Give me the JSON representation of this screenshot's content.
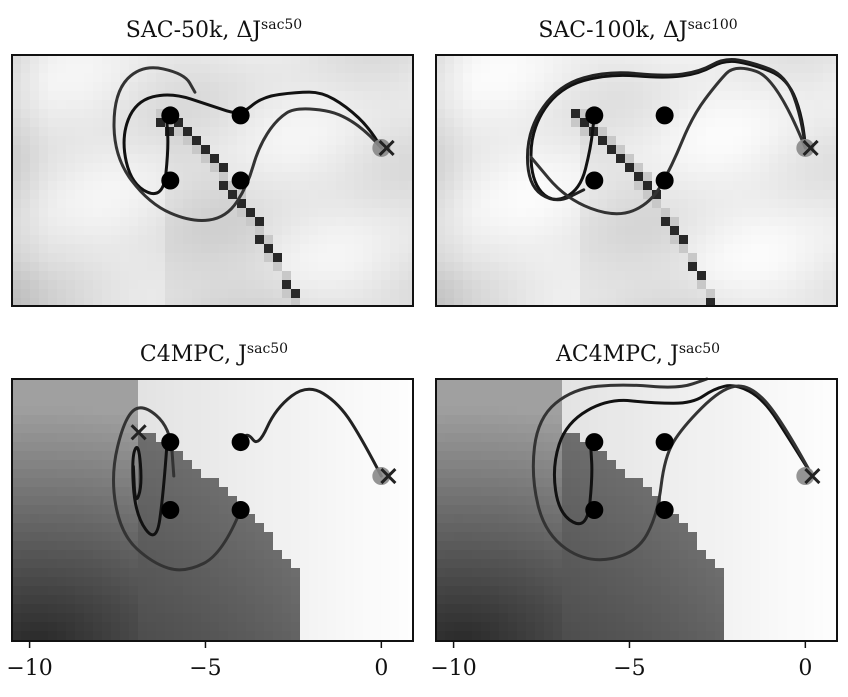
{
  "figure": {
    "xticks": [
      -10,
      -5,
      0
    ],
    "xtick_labels": [
      "−10",
      "−5",
      "0"
    ]
  },
  "chart_data": [
    {
      "type": "heatmap",
      "title": "SAC-50k, ΔJ",
      "title_sup": "sac50",
      "xlim": [
        -10.5,
        0.9
      ],
      "ylim": [
        -1.7,
        1.0
      ],
      "background": "difference-map",
      "obstacles": [
        [
          -6,
          0.35
        ],
        [
          -6,
          -0.35
        ],
        [
          -4,
          0.35
        ],
        [
          -4,
          -0.35
        ]
      ],
      "goal": [
        0,
        0
      ],
      "trajectories": [
        {
          "color": "#111111",
          "points": [
            [
              0,
              0
            ],
            [
              -0.3,
              0.2
            ],
            [
              -1,
              0.45
            ],
            [
              -1.7,
              0.6
            ],
            [
              -2.4,
              0.6
            ],
            [
              -3.4,
              0.55
            ],
            [
              -4,
              0.35
            ],
            [
              -4.8,
              0.45
            ],
            [
              -6,
              0.6
            ],
            [
              -7,
              0.5
            ],
            [
              -7.4,
              0.1
            ],
            [
              -7.1,
              -0.4
            ],
            [
              -6.2,
              -0.55
            ],
            [
              -6.05,
              0
            ],
            [
              -6.1,
              0.3
            ]
          ]
        },
        {
          "color": "#333333",
          "points": [
            [
              0,
              0
            ],
            [
              -0.8,
              0.35
            ],
            [
              -2.4,
              0.45
            ],
            [
              -3,
              0.3
            ],
            [
              -3.5,
              0
            ],
            [
              -3.8,
              -0.4
            ],
            [
              -4.4,
              -0.75
            ],
            [
              -5.4,
              -0.8
            ],
            [
              -6.6,
              -0.6
            ],
            [
              -7.6,
              -0.1
            ],
            [
              -7.6,
              0.6
            ],
            [
              -6.8,
              0.9
            ],
            [
              -5.6,
              0.8
            ],
            [
              -5.3,
              0.6
            ]
          ]
        }
      ]
    },
    {
      "type": "heatmap",
      "title": "SAC-100k, ΔJ",
      "title_sup": "sac100",
      "xlim": [
        -10.5,
        0.9
      ],
      "ylim": [
        -1.7,
        1.0
      ],
      "background": "difference-map",
      "obstacles": [
        [
          -6,
          0.35
        ],
        [
          -6,
          -0.35
        ],
        [
          -4,
          0.35
        ],
        [
          -4,
          -0.35
        ]
      ],
      "goal": [
        0,
        0
      ],
      "trajectories": [
        {
          "color": "#111111",
          "points": [
            [
              0,
              0
            ],
            [
              -0.05,
              0.3
            ],
            [
              -0.5,
              0.75
            ],
            [
              -1.5,
              0.9
            ],
            [
              -2.3,
              0.95
            ],
            [
              -3,
              0.8
            ],
            [
              -4,
              0.75
            ],
            [
              -5.6,
              0.8
            ],
            [
              -7,
              0.65
            ],
            [
              -7.8,
              0.2
            ],
            [
              -7.8,
              -0.35
            ],
            [
              -7.2,
              -0.6
            ],
            [
              -6.4,
              -0.45
            ],
            [
              -6.1,
              0
            ],
            [
              -6,
              0.35
            ]
          ]
        },
        {
          "color": "#222222",
          "points": [
            [
              0,
              0
            ],
            [
              -0.1,
              0.32
            ],
            [
              -0.55,
              0.78
            ],
            [
              -1.5,
              0.92
            ],
            [
              -2.3,
              0.97
            ],
            [
              -3,
              0.82
            ],
            [
              -4,
              0.77
            ],
            [
              -5.6,
              0.83
            ],
            [
              -7,
              0.68
            ],
            [
              -7.9,
              0.2
            ],
            [
              -7.9,
              -0.4
            ],
            [
              -7.1,
              -0.6
            ],
            [
              -6.3,
              -0.45
            ]
          ]
        },
        {
          "color": "#333333",
          "points": [
            [
              0,
              0
            ],
            [
              -0.8,
              0.75
            ],
            [
              -2,
              0.9
            ],
            [
              -2.5,
              0.7
            ],
            [
              -3.2,
              0.35
            ],
            [
              -3.8,
              -0.2
            ],
            [
              -4.4,
              -0.6
            ],
            [
              -5.4,
              -0.75
            ],
            [
              -6.8,
              -0.55
            ],
            [
              -7.8,
              -0.1
            ]
          ]
        }
      ]
    },
    {
      "type": "heatmap",
      "title": "C4MPC, J",
      "title_sup": "sac50",
      "xlim": [
        -10.5,
        0.9
      ],
      "ylim": [
        -1.7,
        1.0
      ],
      "background": "value-map",
      "obstacles": [
        [
          -6,
          0.35
        ],
        [
          -6,
          -0.35
        ],
        [
          -4,
          0.35
        ],
        [
          -4,
          -0.35
        ]
      ],
      "goal": [
        0,
        0
      ],
      "trajectories": [
        {
          "color": "#222222",
          "points": [
            [
              0,
              0
            ],
            [
              -0.5,
              0.35
            ],
            [
              -1.2,
              0.75
            ],
            [
              -2.1,
              0.95
            ],
            [
              -3,
              0.7
            ],
            [
              -3.5,
              0.3
            ],
            [
              -3.8,
              0.45
            ],
            [
              -4,
              0.35
            ]
          ]
        },
        {
          "color": "#333333",
          "points": [
            [
              -4,
              -0.35
            ],
            [
              -4.5,
              -0.8
            ],
            [
              -5.6,
              -1
            ],
            [
              -6.5,
              -0.9
            ],
            [
              -7.4,
              -0.6
            ],
            [
              -7.7,
              0
            ],
            [
              -7.3,
              0.6
            ],
            [
              -6.8,
              0.75
            ],
            [
              -6,
              0.5
            ],
            [
              -5.9,
              0
            ]
          ]
        },
        {
          "color": "#111111",
          "points": [
            [
              -6.1,
              0.3
            ],
            [
              -6.2,
              -0.2
            ],
            [
              -6.4,
              -0.7
            ],
            [
              -7,
              -0.4
            ],
            [
              -7.1,
              0.2
            ],
            [
              -6.9,
              0.35
            ],
            [
              -6.8,
              -0.1
            ],
            [
              -7,
              -0.3
            ],
            [
              -7.05,
              0.1
            ]
          ]
        }
      ],
      "end_markers": [
        [
          -6.9,
          0.45
        ],
        [
          0.2,
          0
        ]
      ]
    },
    {
      "type": "heatmap",
      "title": "AC4MPC, J",
      "title_sup": "sac50",
      "xlim": [
        -10.5,
        0.9
      ],
      "ylim": [
        -1.7,
        1.0
      ],
      "background": "value-map",
      "obstacles": [
        [
          -6,
          0.35
        ],
        [
          -6,
          -0.35
        ],
        [
          -4,
          0.35
        ],
        [
          -4,
          -0.35
        ]
      ],
      "goal": [
        0,
        0
      ],
      "trajectories": [
        {
          "color": "#111111",
          "points": [
            [
              0.2,
              0
            ],
            [
              -0.4,
              0.35
            ],
            [
              -1.2,
              0.8
            ],
            [
              -2,
              0.95
            ],
            [
              -2.6,
              0.9
            ],
            [
              -3.2,
              0.75
            ],
            [
              -4.3,
              0.75
            ],
            [
              -5.6,
              0.8
            ],
            [
              -6.8,
              0.55
            ],
            [
              -7.2,
              0.1
            ],
            [
              -7,
              -0.4
            ],
            [
              -6.2,
              -0.55
            ],
            [
              -6.05,
              0
            ],
            [
              -6.1,
              0.3
            ]
          ]
        },
        {
          "color": "#333333",
          "points": [
            [
              0.2,
              0
            ],
            [
              -0.7,
              0.6
            ],
            [
              -1.6,
              0.95
            ],
            [
              -2.4,
              0.9
            ],
            [
              -3.5,
              0.5
            ],
            [
              -4,
              0.2
            ],
            [
              -4.2,
              -0.4
            ],
            [
              -4.8,
              -0.8
            ],
            [
              -6.2,
              -0.9
            ],
            [
              -7.4,
              -0.6
            ],
            [
              -7.8,
              0
            ],
            [
              -7.6,
              0.6
            ],
            [
              -6.6,
              0.9
            ],
            [
              -5.2,
              0.95
            ],
            [
              -3.6,
              0.9
            ],
            [
              -2.8,
              1.0
            ]
          ]
        }
      ],
      "end_markers": [
        [
          0.2,
          0
        ]
      ]
    }
  ]
}
